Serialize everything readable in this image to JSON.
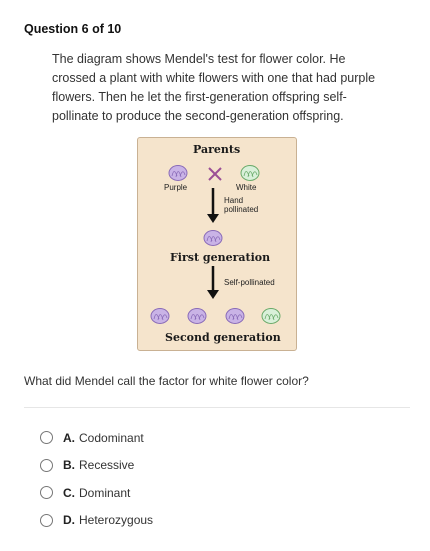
{
  "header": {
    "question_counter": "Question 6 of 10"
  },
  "prompt": {
    "text": "The diagram shows Mendel's test for flower color. He crossed a plant with white flowers with one that had purple flowers. Then he let the first-generation offspring self-pollinate to produce the second-generation offspring."
  },
  "diagram": {
    "parents_label": "Parents",
    "purple_label": "Purple",
    "white_label": "White",
    "cross_symbol": "×",
    "hand_pollinated_line1": "Hand",
    "hand_pollinated_line2": "pollinated",
    "first_generation_label": "First generation",
    "self_pollinated_label": "Self-pollinated",
    "second_generation_label": "Second generation",
    "colors": {
      "purple_flower": "#c9b3e6",
      "purple_edge": "#8a6bb8",
      "white_flower": "#d9f0d9",
      "white_edge": "#6aaa6a",
      "cross": "#9b4f96",
      "panel": "#f5e4cc"
    }
  },
  "question": {
    "text": "What did Mendel call the factor for white flower color?"
  },
  "choices": [
    {
      "letter": "A.",
      "text": "Codominant"
    },
    {
      "letter": "B.",
      "text": "Recessive"
    },
    {
      "letter": "C.",
      "text": "Dominant"
    },
    {
      "letter": "D.",
      "text": "Heterozygous"
    }
  ]
}
